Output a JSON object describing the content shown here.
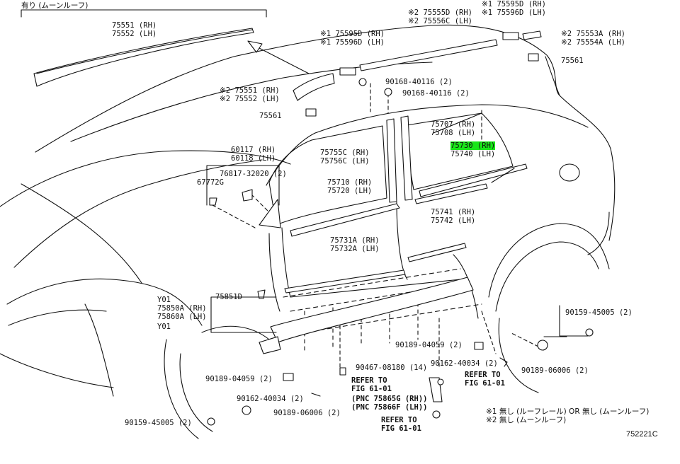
{
  "header_note": "有り (ムーンルーフ)",
  "parts": {
    "roof_mold": [
      "75551 (RH)",
      "75552 (LH)"
    ],
    "roof_end_a": [
      "※1 75595D (RH)",
      "※1 75596D (LH)"
    ],
    "roof_rail_top": [
      "※2 75555D (RH)",
      "※2 75556C (LH)"
    ],
    "roof_end_b": [
      "※1 75595D (RH)",
      "※1 75596D (LH)"
    ],
    "roof_cover_r": [
      "※2 75553A (RH)",
      "※2 75554A (LH)"
    ],
    "clip_75561_r": "75561",
    "bolt_40116_a": "90168-40116 (2)",
    "bolt_40116_b": "90168-40116 (2)",
    "front_roof": [
      "※2 75551 (RH)",
      "※2 75552 (LH)"
    ],
    "clip_75561_l": "75561",
    "pillar_rear": [
      "75707 (RH)",
      "75708 (LH)"
    ],
    "belt_rear_hl": "75730 (RH)",
    "belt_rear_lh": "75740 (LH)",
    "pillar_front": [
      "75755C (RH)",
      "75756C (LH)"
    ],
    "mirror_cover": [
      "60117 (RH)",
      "60118 (LH)"
    ],
    "clip_32020": "76817-32020 (2)",
    "clip_67772": "67772G",
    "front_door_mold": [
      "75710 (RH)",
      "75720 (LH)"
    ],
    "rear_door_mold": [
      "75741 (RH)",
      "75742 (LH)"
    ],
    "lower_mold": [
      "75731A (RH)",
      "75732A (LH)"
    ],
    "rocker_clip": "75851D",
    "rocker_y01a": "Y01",
    "rocker_main": [
      "75850A (RH)",
      "75860A (LH)"
    ],
    "rocker_y01b": "Y01",
    "screw_45005_r": "90159-45005 (2)",
    "clip_04059_r": "90189-04059 (2)",
    "clip_06006_r": "90189-06006 (2)",
    "bolt_08180": "90467-08180 (14)",
    "bolt_40034_r": "90162-40034 (2)",
    "refer_a": [
      "REFER TO",
      "FIG 61-01"
    ],
    "refer_b": [
      "REFER TO",
      "FIG 61-01"
    ],
    "pnc_note": [
      "(PNC 75865G (RH))",
      "(PNC 75866F (LH))"
    ],
    "refer_c": [
      "REFER TO",
      "FIG 61-01"
    ],
    "clip_04059_l": "90189-04059 (2)",
    "bolt_40034_l": "90162-40034 (2)",
    "clip_06006_l": "90189-06006 (2)",
    "screw_45005_l": "90159-45005 (2)"
  },
  "legend": [
    "※1 無し (ルーフレール) OR 無し (ムーンルーフ)",
    "※2 無し (ムーンルーフ)"
  ],
  "figure_code": "752221C"
}
